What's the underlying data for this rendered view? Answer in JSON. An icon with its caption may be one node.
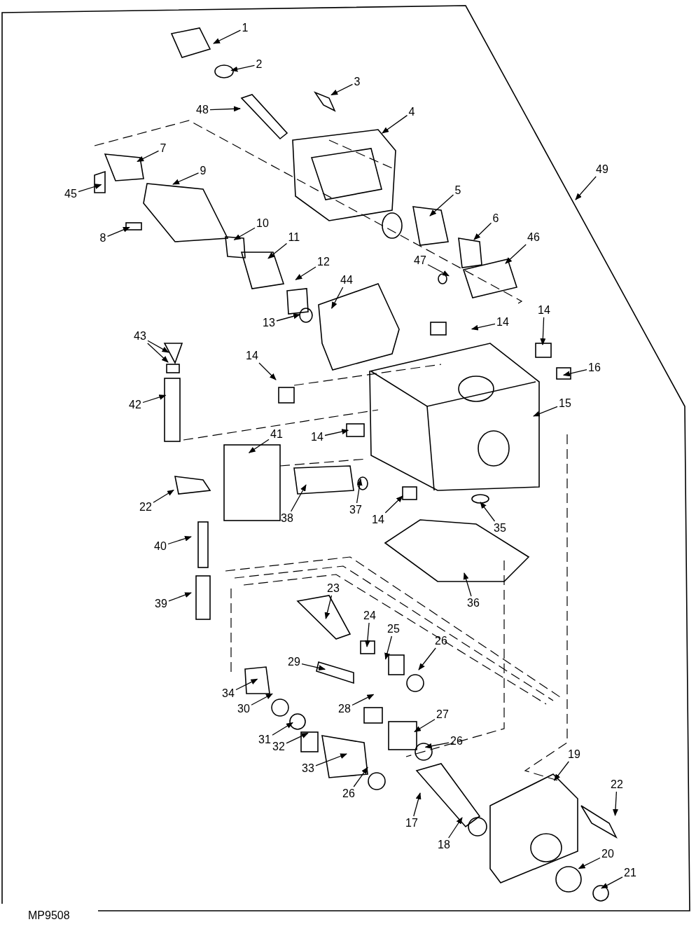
{
  "diagram": {
    "nodes": [
      {
        "text": [
          "1"
        ]
      },
      {
        "text": [
          "2"
        ]
      },
      {
        "text": [
          "3"
        ]
      },
      {
        "text": [
          "48"
        ]
      },
      {
        "text": [
          "4"
        ]
      },
      {
        "text": [
          "7"
        ]
      },
      {
        "text": [
          "49"
        ]
      },
      {
        "text": [
          "9"
        ]
      },
      {
        "text": [
          "45"
        ]
      },
      {
        "text": [
          "5"
        ]
      },
      {
        "text": [
          "6"
        ]
      },
      {
        "text": [
          "10"
        ]
      },
      {
        "text": [
          "8"
        ]
      },
      {
        "text": [
          "11"
        ]
      },
      {
        "text": [
          "46"
        ]
      },
      {
        "text": [
          "12"
        ]
      },
      {
        "text": [
          "47"
        ]
      },
      {
        "text": [
          "44"
        ]
      },
      {
        "text": [
          "14"
        ]
      },
      {
        "text": [
          "13"
        ]
      },
      {
        "text": [
          "14"
        ]
      },
      {
        "text": [
          "43"
        ]
      },
      {
        "text": [
          "14"
        ]
      },
      {
        "text": [
          "16"
        ]
      },
      {
        "text": [
          "15"
        ]
      },
      {
        "text": [
          "42"
        ]
      },
      {
        "text": [
          "41"
        ]
      },
      {
        "text": [
          "14"
        ]
      },
      {
        "text": [
          "22"
        ]
      },
      {
        "text": [
          "37"
        ]
      },
      {
        "text": [
          "38"
        ]
      },
      {
        "text": [
          "14"
        ]
      },
      {
        "text": [
          "35"
        ]
      },
      {
        "text": [
          "40"
        ]
      },
      {
        "text": [
          "23"
        ]
      },
      {
        "text": [
          "36"
        ]
      },
      {
        "text": [
          "39"
        ]
      },
      {
        "text": [
          "24"
        ]
      },
      {
        "text": [
          "25"
        ]
      },
      {
        "text": [
          "26"
        ]
      },
      {
        "text": [
          "29"
        ]
      },
      {
        "text": [
          "34"
        ]
      },
      {
        "text": [
          "30"
        ]
      },
      {
        "text": [
          "28"
        ]
      },
      {
        "text": [
          "27"
        ]
      },
      {
        "text": [
          "26"
        ]
      },
      {
        "text": [
          "31"
        ]
      },
      {
        "text": [
          "32"
        ]
      },
      {
        "text": [
          "19"
        ]
      },
      {
        "text": [
          "33"
        ]
      },
      {
        "text": [
          "22"
        ]
      },
      {
        "text": [
          "26"
        ]
      },
      {
        "text": [
          "17"
        ]
      },
      {
        "text": [
          "18"
        ]
      },
      {
        "text": [
          "20"
        ]
      },
      {
        "text": [
          "21"
        ]
      }
    ],
    "edges": [
      {
        "from": 0,
        "to": null,
        "arrow": "to"
      },
      {
        "from": 1,
        "to": null,
        "arrow": "to"
      },
      {
        "from": 2,
        "to": null,
        "arrow": "to"
      },
      {
        "from": 3,
        "to": null,
        "arrow": "to"
      },
      {
        "from": 4,
        "to": null,
        "arrow": "to"
      },
      {
        "from": 5,
        "to": null,
        "arrow": "to"
      },
      {
        "from": 6,
        "to": null,
        "arrow": "to"
      },
      {
        "from": 7,
        "to": null,
        "arrow": "to"
      },
      {
        "from": 8,
        "to": null,
        "arrow": "to"
      },
      {
        "from": 9,
        "to": null,
        "arrow": "to"
      },
      {
        "from": 10,
        "to": null,
        "arrow": "to"
      },
      {
        "from": 11,
        "to": null,
        "arrow": "to"
      },
      {
        "from": 12,
        "to": null,
        "arrow": "to"
      },
      {
        "from": 13,
        "to": null,
        "arrow": "to"
      },
      {
        "from": 14,
        "to": null,
        "arrow": "to"
      },
      {
        "from": 15,
        "to": null,
        "arrow": "to"
      },
      {
        "from": 16,
        "to": null,
        "arrow": "to"
      },
      {
        "from": 17,
        "to": null,
        "arrow": "to"
      },
      {
        "from": 18,
        "to": null,
        "arrow": "to"
      },
      {
        "from": 19,
        "to": null,
        "arrow": "to"
      },
      {
        "from": 20,
        "to": null,
        "arrow": "to"
      },
      {
        "from": 21,
        "to": null,
        "arrow": "to"
      },
      {
        "from": 21,
        "to": null,
        "arrow": "to"
      },
      {
        "from": 22,
        "to": null,
        "arrow": "to"
      },
      {
        "from": 23,
        "to": null,
        "arrow": "to"
      },
      {
        "from": 24,
        "to": null,
        "arrow": "to"
      },
      {
        "from": 25,
        "to": null,
        "arrow": "to"
      },
      {
        "from": 26,
        "to": null,
        "arrow": "to"
      },
      {
        "from": 27,
        "to": null,
        "arrow": "to"
      },
      {
        "from": 28,
        "to": null,
        "arrow": "to"
      },
      {
        "from": 29,
        "to": null,
        "arrow": "to"
      },
      {
        "from": 30,
        "to": null,
        "arrow": "to"
      },
      {
        "from": 31,
        "to": null,
        "arrow": "to"
      },
      {
        "from": 32,
        "to": null,
        "arrow": "to"
      },
      {
        "from": 33,
        "to": null,
        "arrow": "to"
      },
      {
        "from": 34,
        "to": null,
        "arrow": "to"
      },
      {
        "from": 35,
        "to": null,
        "arrow": "to"
      },
      {
        "from": 36,
        "to": null,
        "arrow": "to"
      },
      {
        "from": 37,
        "to": null,
        "arrow": "to"
      },
      {
        "from": 38,
        "to": null,
        "arrow": "to"
      },
      {
        "from": 39,
        "to": null,
        "arrow": "to"
      },
      {
        "from": 40,
        "to": null,
        "arrow": "to"
      },
      {
        "from": 41,
        "to": null,
        "arrow": "to"
      },
      {
        "from": 42,
        "to": null,
        "arrow": "to"
      },
      {
        "from": 43,
        "to": null,
        "arrow": "to"
      },
      {
        "from": 44,
        "to": null,
        "arrow": "to"
      },
      {
        "from": 45,
        "to": null,
        "arrow": "to"
      },
      {
        "from": 46,
        "to": null,
        "arrow": "to"
      },
      {
        "from": 47,
        "to": null,
        "arrow": "to"
      },
      {
        "from": 48,
        "to": null,
        "arrow": "to"
      },
      {
        "from": 49,
        "to": null,
        "arrow": "to"
      },
      {
        "from": 50,
        "to": null,
        "arrow": "to"
      },
      {
        "from": 51,
        "to": null,
        "arrow": "to"
      },
      {
        "from": 52,
        "to": null,
        "arrow": "to"
      },
      {
        "from": 53,
        "to": null,
        "arrow": "to"
      },
      {
        "from": 54,
        "to": null,
        "arrow": "to"
      },
      {
        "from": 55,
        "to": null,
        "arrow": "to"
      }
    ],
    "labels": [
      "MP9508"
    ]
  }
}
